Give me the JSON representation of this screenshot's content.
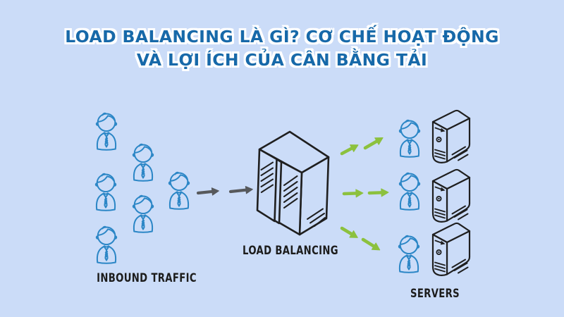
{
  "title": {
    "line1": "LOAD BALANCING LÀ GÌ? CƠ CHẾ HOẠT ĐỘNG",
    "line2": "VÀ LỢI ÍCH CỦA CÂN BẰNG TẢI"
  },
  "diagram": {
    "inbound": {
      "label": "INBOUND TRAFFIC",
      "user_count": 6
    },
    "balancer": {
      "label": "LOAD BALANCING",
      "inbound_arrow_count": 2
    },
    "servers": {
      "label": "SERVERS",
      "count": 3,
      "outbound_arrow_pairs": 3
    }
  },
  "icons": {
    "user": "user-icon",
    "load_balancer": "load-balancer-tower-icon",
    "server": "server-tower-icon",
    "gray_arrow": "arrow-right-icon",
    "green_arrow": "green-arrow-icon"
  },
  "colors": {
    "background": "#cbdcf8",
    "title": "#1769a9",
    "title_outline": "#ffffff",
    "person": "#2b86c6",
    "outline": "#1f1f1f",
    "gray_arrow": "#57595c",
    "green_arrow": "#8cc13e",
    "label": "#1c1c1c"
  }
}
